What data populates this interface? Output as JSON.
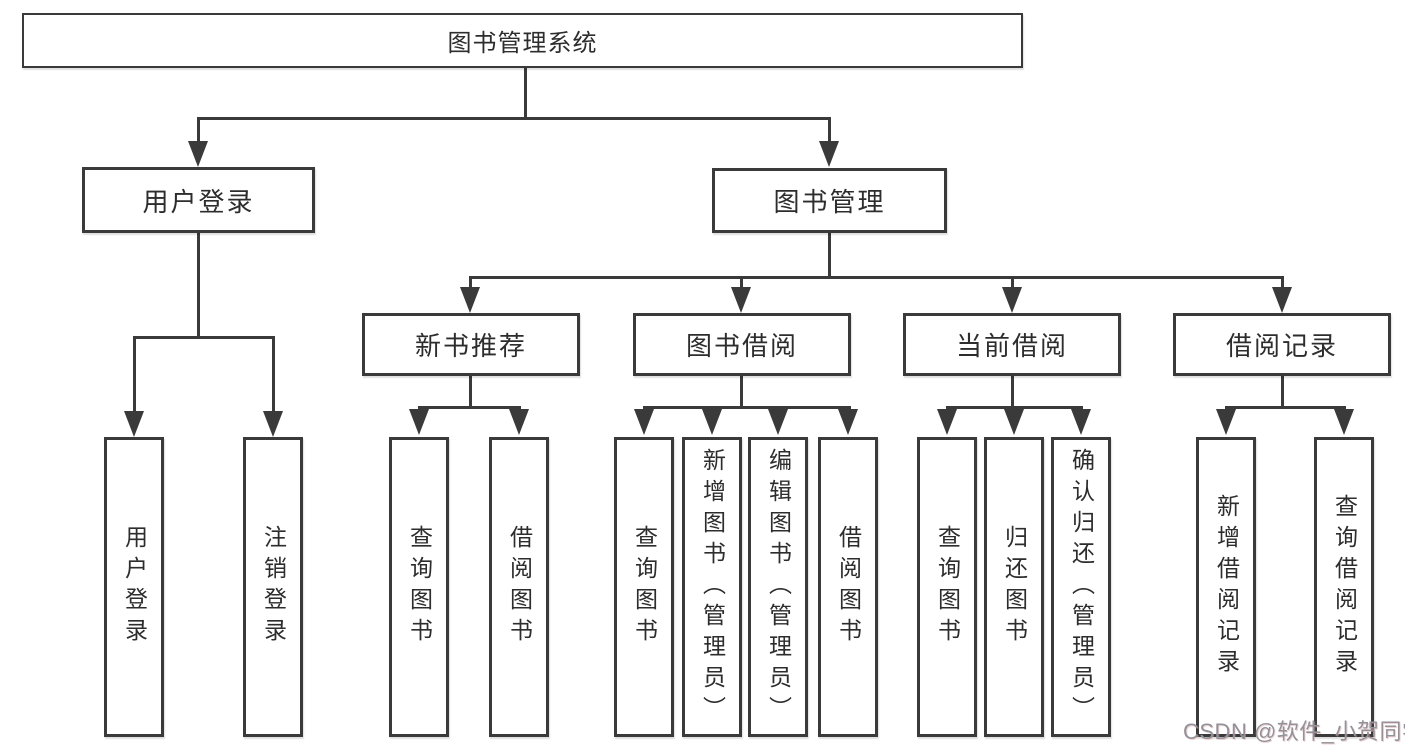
{
  "diagram": {
    "title": "图书管理系统",
    "level2": [
      {
        "label": "用户登录"
      },
      {
        "label": "图书管理"
      }
    ],
    "level3": [
      {
        "label": "新书推荐",
        "parent": "图书管理"
      },
      {
        "label": "图书借阅",
        "parent": "图书管理"
      },
      {
        "label": "当前借阅",
        "parent": "图书管理"
      },
      {
        "label": "借阅记录",
        "parent": "图书管理"
      }
    ],
    "level4": [
      {
        "label": "用户登录",
        "parent": "用户登录"
      },
      {
        "label": "注销登录",
        "parent": "用户登录"
      },
      {
        "label": "查询图书",
        "parent": "新书推荐"
      },
      {
        "label": "借阅图书",
        "parent": "新书推荐"
      },
      {
        "label": "查询图书",
        "parent": "图书借阅"
      },
      {
        "label": "新增图书（管理员）",
        "parent": "图书借阅"
      },
      {
        "label": "编辑图书（管理员）",
        "parent": "图书借阅"
      },
      {
        "label": "借阅图书",
        "parent": "图书借阅"
      },
      {
        "label": "查询图书",
        "parent": "当前借阅"
      },
      {
        "label": "归还图书",
        "parent": "当前借阅"
      },
      {
        "label": "确认归还（管理员）",
        "parent": "当前借阅"
      },
      {
        "label": "新增借阅记录",
        "parent": "借阅记录"
      },
      {
        "label": "查询借阅记录",
        "parent": "借阅记录"
      }
    ]
  },
  "watermark": "CSDN @软件_小贺同学",
  "colors": {
    "line": "#3a3a3a",
    "text": "#2d2d2d",
    "watermark": "#92929a",
    "background": "#ffffff"
  }
}
